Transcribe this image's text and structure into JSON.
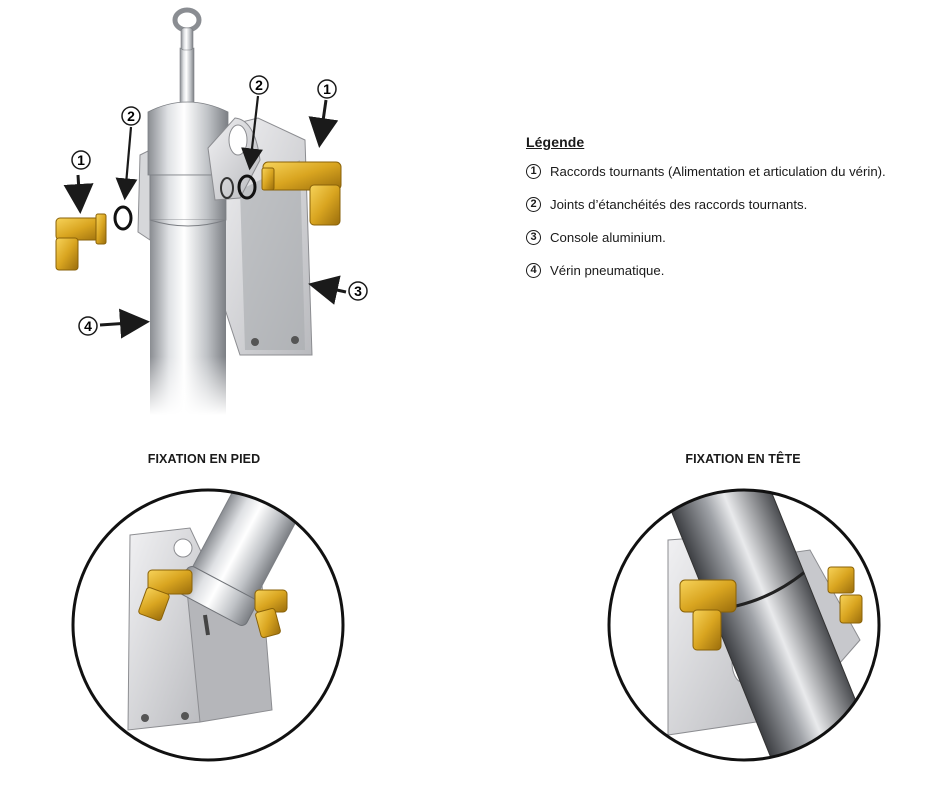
{
  "legend": {
    "title": "Légende",
    "items": [
      {
        "num": "1",
        "text": "Raccords tournants (Alimentation et articulation du vérin)."
      },
      {
        "num": "2",
        "text": "Joints d’étanchéités des raccords tournants."
      },
      {
        "num": "3",
        "text": "Console aluminium."
      },
      {
        "num": "4",
        "text": "Vérin pneumatique."
      }
    ]
  },
  "callouts": {
    "c1a": "1",
    "c1b": "1",
    "c2a": "2",
    "c2b": "2",
    "c3": "3",
    "c4": "4"
  },
  "captions": {
    "foot": "FIXATION EN PIED",
    "head": "FIXATION EN TÊTE"
  },
  "colors": {
    "brass": "#d9a520",
    "aluminium": "#c9c9cc",
    "ink": "#1a1a1a"
  }
}
